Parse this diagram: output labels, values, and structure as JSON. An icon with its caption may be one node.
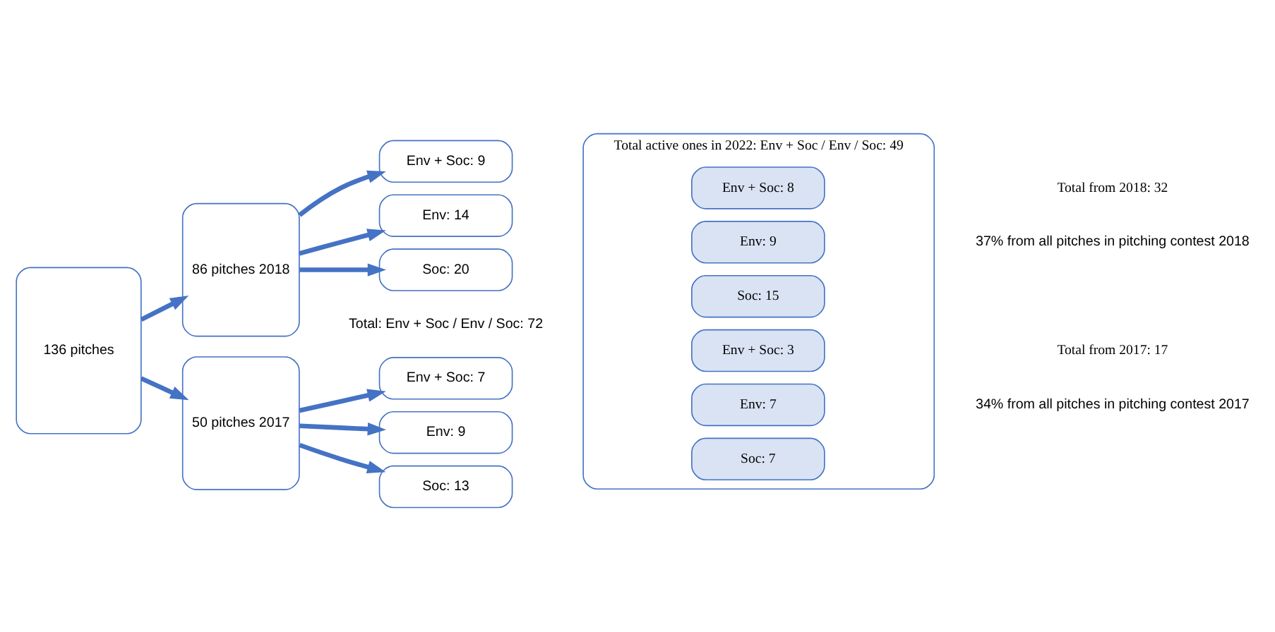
{
  "diagram": {
    "nodes": [
      {
        "text": [
          "136 pitches"
        ]
      },
      {
        "text": [
          "86 pitches 2018"
        ]
      },
      {
        "text": [
          "Env + Soc: 9"
        ]
      },
      {
        "text": [
          "Env: 14"
        ]
      },
      {
        "text": [
          "Soc: 20"
        ]
      },
      {
        "text": [
          "50 pitches 2017"
        ]
      },
      {
        "text": [
          "Env + Soc: 7"
        ]
      },
      {
        "text": [
          "Env: 9"
        ]
      },
      {
        "text": [
          "Soc: 13"
        ]
      },
      {
        "text": [
          "Total active ones in 2022: Env + Soc / Env / Soc: 49"
        ]
      },
      {
        "text": [
          "Env + Soc: 8"
        ],
        "in": 9
      },
      {
        "text": [
          "Env: 9"
        ],
        "in": 9
      },
      {
        "text": [
          "Soc: 15"
        ],
        "in": 9
      },
      {
        "text": [
          "Env + Soc: 3"
        ],
        "in": 9
      },
      {
        "text": [
          "Env: 7"
        ],
        "in": 9
      },
      {
        "text": [
          "Soc: 7"
        ],
        "in": 9
      }
    ],
    "edges": [
      {
        "from": 0,
        "to": 1,
        "arrow": "to"
      },
      {
        "from": 0,
        "to": 5,
        "arrow": "to"
      },
      {
        "from": 1,
        "to": 2,
        "arrow": "to"
      },
      {
        "from": 1,
        "to": 3,
        "arrow": "to"
      },
      {
        "from": 1,
        "to": 4,
        "arrow": "to"
      },
      {
        "from": 5,
        "to": 6,
        "arrow": "to"
      },
      {
        "from": 5,
        "to": 7,
        "arrow": "to"
      },
      {
        "from": 5,
        "to": 8,
        "arrow": "to"
      }
    ],
    "labels": [
      "Total: Env + Soc / Env / Soc: 72",
      "Total from 2018: 32",
      "37% from all pitches in pitching contest 2018",
      "Total from 2017: 17",
      "34% from all pitches in pitching contest 2017"
    ]
  }
}
